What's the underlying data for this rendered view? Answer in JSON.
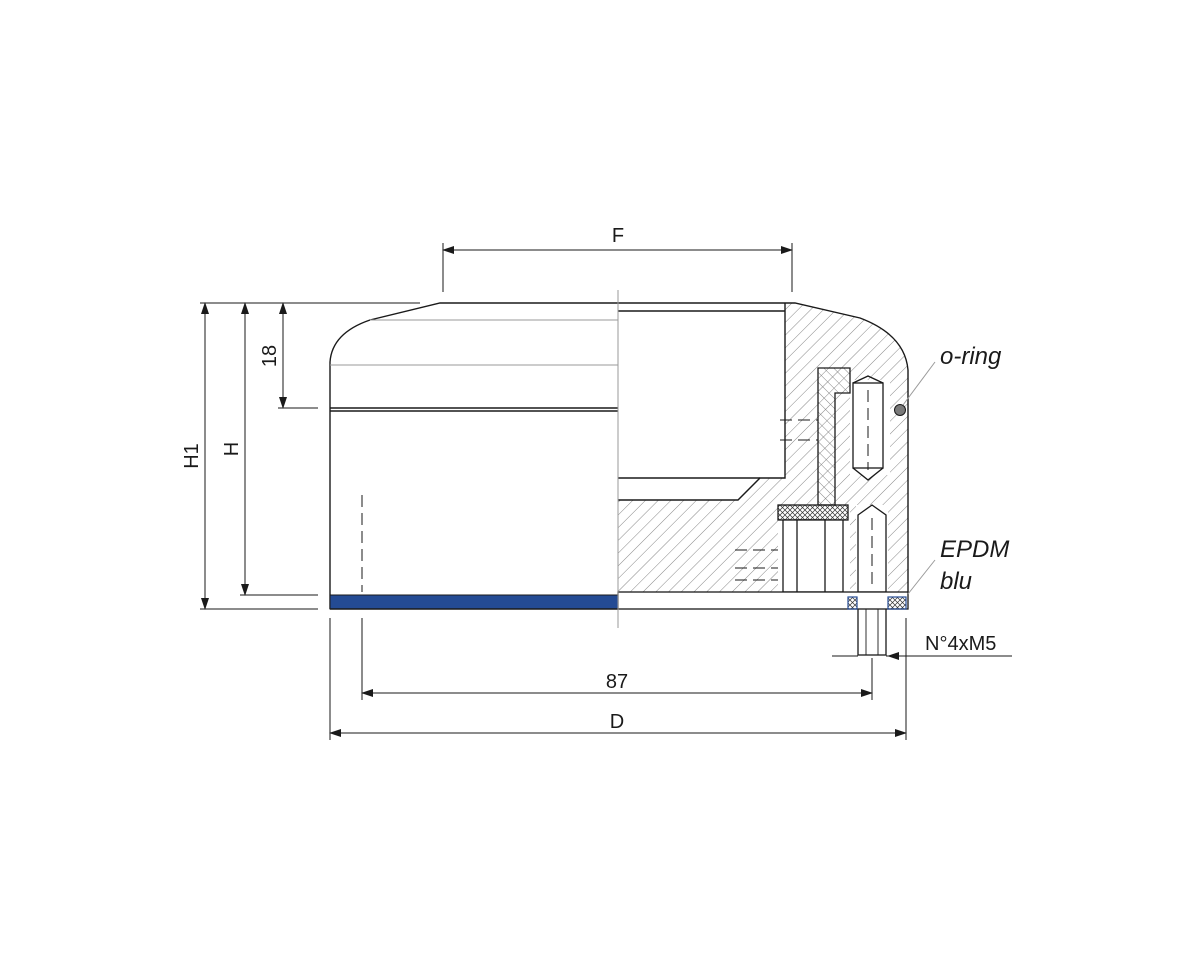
{
  "dimensions": {
    "top_width": "F",
    "top_depth": "18",
    "height": "H",
    "total_height": "H1",
    "hole_spacing": "87",
    "diameter": "D"
  },
  "callouts": {
    "seal": "o-ring",
    "pad_line1": "EPDM",
    "pad_line2": "blu",
    "threads": "N°4xM5"
  },
  "colors": {
    "line": "#1a1a1a",
    "hatch": "#7a7a7a",
    "pad": "#244b94",
    "leader": "#9a9a9a"
  }
}
